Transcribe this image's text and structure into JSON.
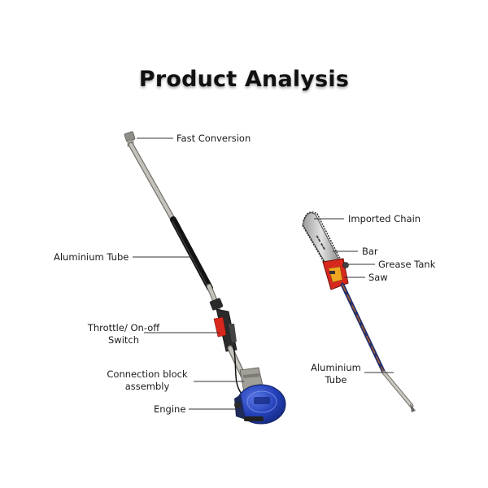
{
  "title": "Product Analysis",
  "labels": {
    "fast_conversion": "Fast Conversion",
    "aluminium_tube_left": "Aluminium Tube",
    "throttle_line1": "Throttle/ On-off",
    "throttle_line2": "Switch",
    "connection_line1": "Connection block",
    "connection_line2": "assembly",
    "engine": "Engine",
    "imported_chain": "Imported Chain",
    "bar": "Bar",
    "grease_tank": "Grease Tank",
    "saw": "Saw",
    "aluminium_tube_right_line1": "Aluminium",
    "aluminium_tube_right_line2": "Tube"
  },
  "colors": {
    "engine_blue": "#2440b8",
    "shaft_grey": "#b7b5ae",
    "grip_black": "#1b1b1b",
    "saw_red": "#d8281e"
  }
}
